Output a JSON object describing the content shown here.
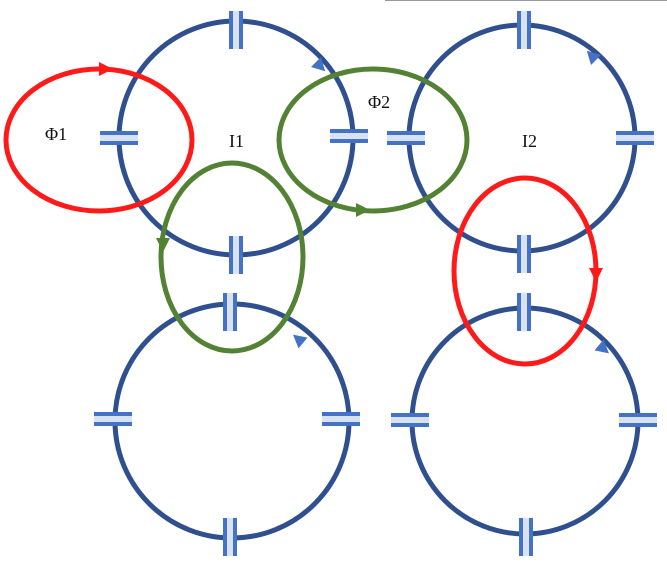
{
  "labels": {
    "phi1": "Φ1",
    "phi2": "Φ2",
    "i1": "I1",
    "i2": "I2"
  },
  "colors": {
    "ring": "#2f4f8f",
    "capacitor_plate": "#4472c4",
    "capacitor_gap": "#d9e2f3",
    "flux_loop_1": "#ff1a1a",
    "flux_loop_2": "#548235",
    "arrow_ring": "#4472c4",
    "background": "#ffffff"
  }
}
